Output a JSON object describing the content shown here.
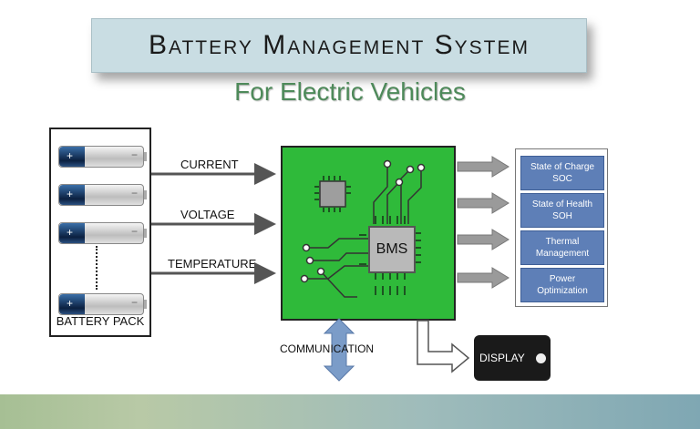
{
  "title": "Battery Management System",
  "subtitle": "For Electric Vehicles",
  "battery_pack": {
    "label": "BATTERY PACK",
    "cell_plus": "+",
    "cell_minus": "−"
  },
  "inputs": [
    "CURRENT",
    "VOLTAGE",
    "TEMPERATURE"
  ],
  "bms_label": "BMS",
  "outputs": [
    {
      "line1": "State of Charge",
      "line2": "SOC"
    },
    {
      "line1": "State of Health",
      "line2": "SOH"
    },
    {
      "line1": "Thermal",
      "line2": "Management"
    },
    {
      "line1": "Power",
      "line2": "Optimization"
    }
  ],
  "communication_label": "COMMUNICATION",
  "display_label": "DISPLAY",
  "colors": {
    "board_green": "#2fba3a",
    "output_blue": "#5e7fb7",
    "subtitle_green": "#4e8a5a"
  }
}
